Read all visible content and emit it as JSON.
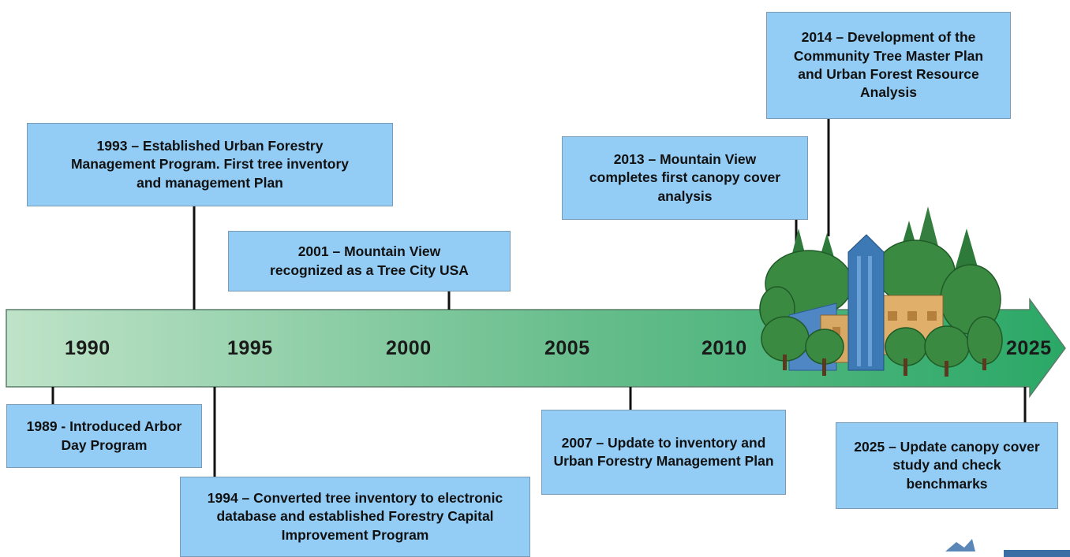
{
  "timeline": {
    "years": [
      "1990",
      "1995",
      "2000",
      "2005",
      "2010",
      "2025"
    ],
    "events": [
      {
        "id": "1989",
        "text": "1989 - Introduced Arbor Day Program"
      },
      {
        "id": "1993",
        "text": "1993 – Established Urban Forestry Management Program. First tree inventory and management Plan"
      },
      {
        "id": "1994",
        "text": "1994 – Converted tree inventory to electronic database and established Forestry Capital Improvement Program"
      },
      {
        "id": "2001",
        "text": "2001 – Mountain View recognized as a Tree City USA"
      },
      {
        "id": "2007",
        "text": "2007 – Update to inventory and Urban Forestry Management Plan"
      },
      {
        "id": "2013",
        "text": "2013 – Mountain View completes first canopy cover analysis"
      },
      {
        "id": "2014",
        "text": "2014 – Development of the Community Tree Master Plan and Urban Forest Resource Analysis"
      },
      {
        "id": "2025",
        "text": "2025 – Update canopy cover study and check benchmarks"
      }
    ]
  },
  "colors": {
    "arrow_start": "#b6e0c2",
    "arrow_end": "#2fae6a",
    "box_fill": "#93cdf5",
    "tree_green": "#2f7d3c"
  },
  "icons": {
    "city": "city-trees-icon",
    "corner": "bird-logo-icon"
  }
}
